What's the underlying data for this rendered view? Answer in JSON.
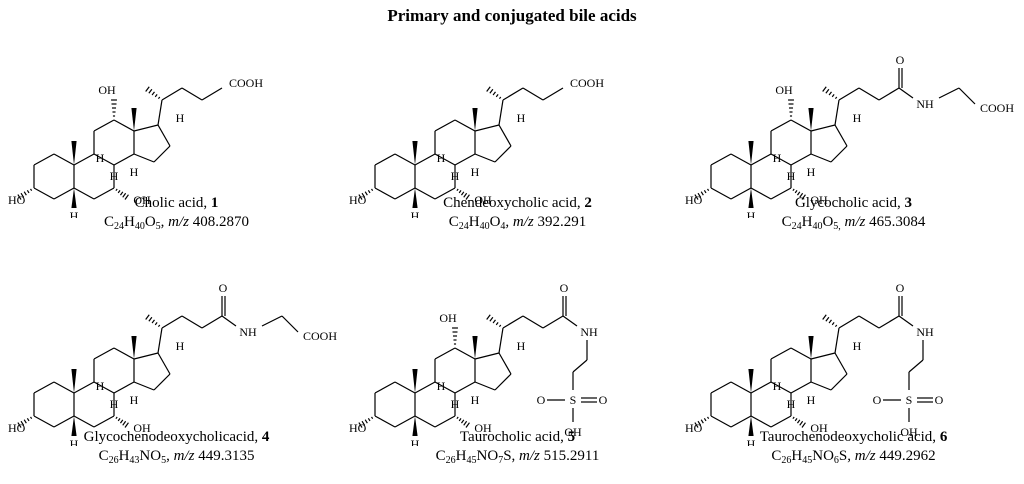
{
  "title": "Primary and conjugated bile acids",
  "compounds": [
    {
      "name": "Cholic acid, ",
      "number": "1",
      "formula": [
        [
          "C",
          ""
        ],
        [
          "24",
          "sub"
        ],
        [
          "H",
          ""
        ],
        [
          "40",
          "sub"
        ],
        [
          "O",
          ""
        ],
        [
          "5",
          "sub"
        ],
        [
          ", ",
          ""
        ]
      ],
      "mz_label": "m/z",
      "mz": " 408.2870",
      "side": "acid",
      "oh12": true,
      "oh7": true
    },
    {
      "name": "Chendeoxycholic acid, ",
      "number": "2",
      "formula": [
        [
          "C",
          ""
        ],
        [
          "24",
          "sub"
        ],
        [
          "H",
          ""
        ],
        [
          "40",
          "sub"
        ],
        [
          "O",
          ""
        ],
        [
          "4",
          "sub"
        ],
        [
          ", ",
          ""
        ]
      ],
      "mz_label": "m/z",
      "mz": " 392.291",
      "side": "acid",
      "oh12": false,
      "oh7": true
    },
    {
      "name": "Glycocholic acid, ",
      "number": "3",
      "formula": [
        [
          "C",
          ""
        ],
        [
          "24",
          "sub"
        ],
        [
          "H",
          ""
        ],
        [
          "40",
          "sub"
        ],
        [
          "O",
          ""
        ],
        [
          "5,",
          "sub"
        ],
        [
          " ",
          ""
        ]
      ],
      "mz_label": "m/z",
      "mz": " 465.3084",
      "side": "glycine",
      "oh12": true,
      "oh7": true
    },
    {
      "name": "Glycochenodeoxycholicacid, ",
      "number": "4",
      "formula": [
        [
          "C",
          ""
        ],
        [
          "26",
          "sub"
        ],
        [
          "H",
          ""
        ],
        [
          "43",
          "sub"
        ],
        [
          "NO",
          ""
        ],
        [
          "5",
          "sub"
        ],
        [
          ", ",
          ""
        ]
      ],
      "mz_label": "m/z",
      "mz": " 449.3135",
      "side": "glycine",
      "oh12": false,
      "oh7": true
    },
    {
      "name": "Taurocholic acid, ",
      "number": "5",
      "formula": [
        [
          "C",
          ""
        ],
        [
          "26",
          "sub"
        ],
        [
          "H",
          ""
        ],
        [
          "45",
          "sub"
        ],
        [
          "NO",
          ""
        ],
        [
          "7",
          "sub"
        ],
        [
          "S, ",
          ""
        ]
      ],
      "mz_label": "m/z",
      "mz": " 515.2911",
      "side": "taurine",
      "oh12": true,
      "oh7": true
    },
    {
      "name": "Taurochenodeoxycholic acid, ",
      "number": "6",
      "formula": [
        [
          "C",
          ""
        ],
        [
          "26",
          "sub"
        ],
        [
          "H",
          ""
        ],
        [
          "45",
          "sub"
        ],
        [
          "NO",
          ""
        ],
        [
          "6",
          "sub"
        ],
        [
          "S, ",
          ""
        ]
      ],
      "mz_label": "m/z",
      "mz": " 449.2962",
      "side": "taurine",
      "oh12": false,
      "oh7": true
    }
  ],
  "atoms": {
    "oh": "OH",
    "ho": "HO",
    "h": "H",
    "o": "O",
    "nh": "NH",
    "cooh": "COOH",
    "s": "S",
    "so3_oh": "OH"
  }
}
